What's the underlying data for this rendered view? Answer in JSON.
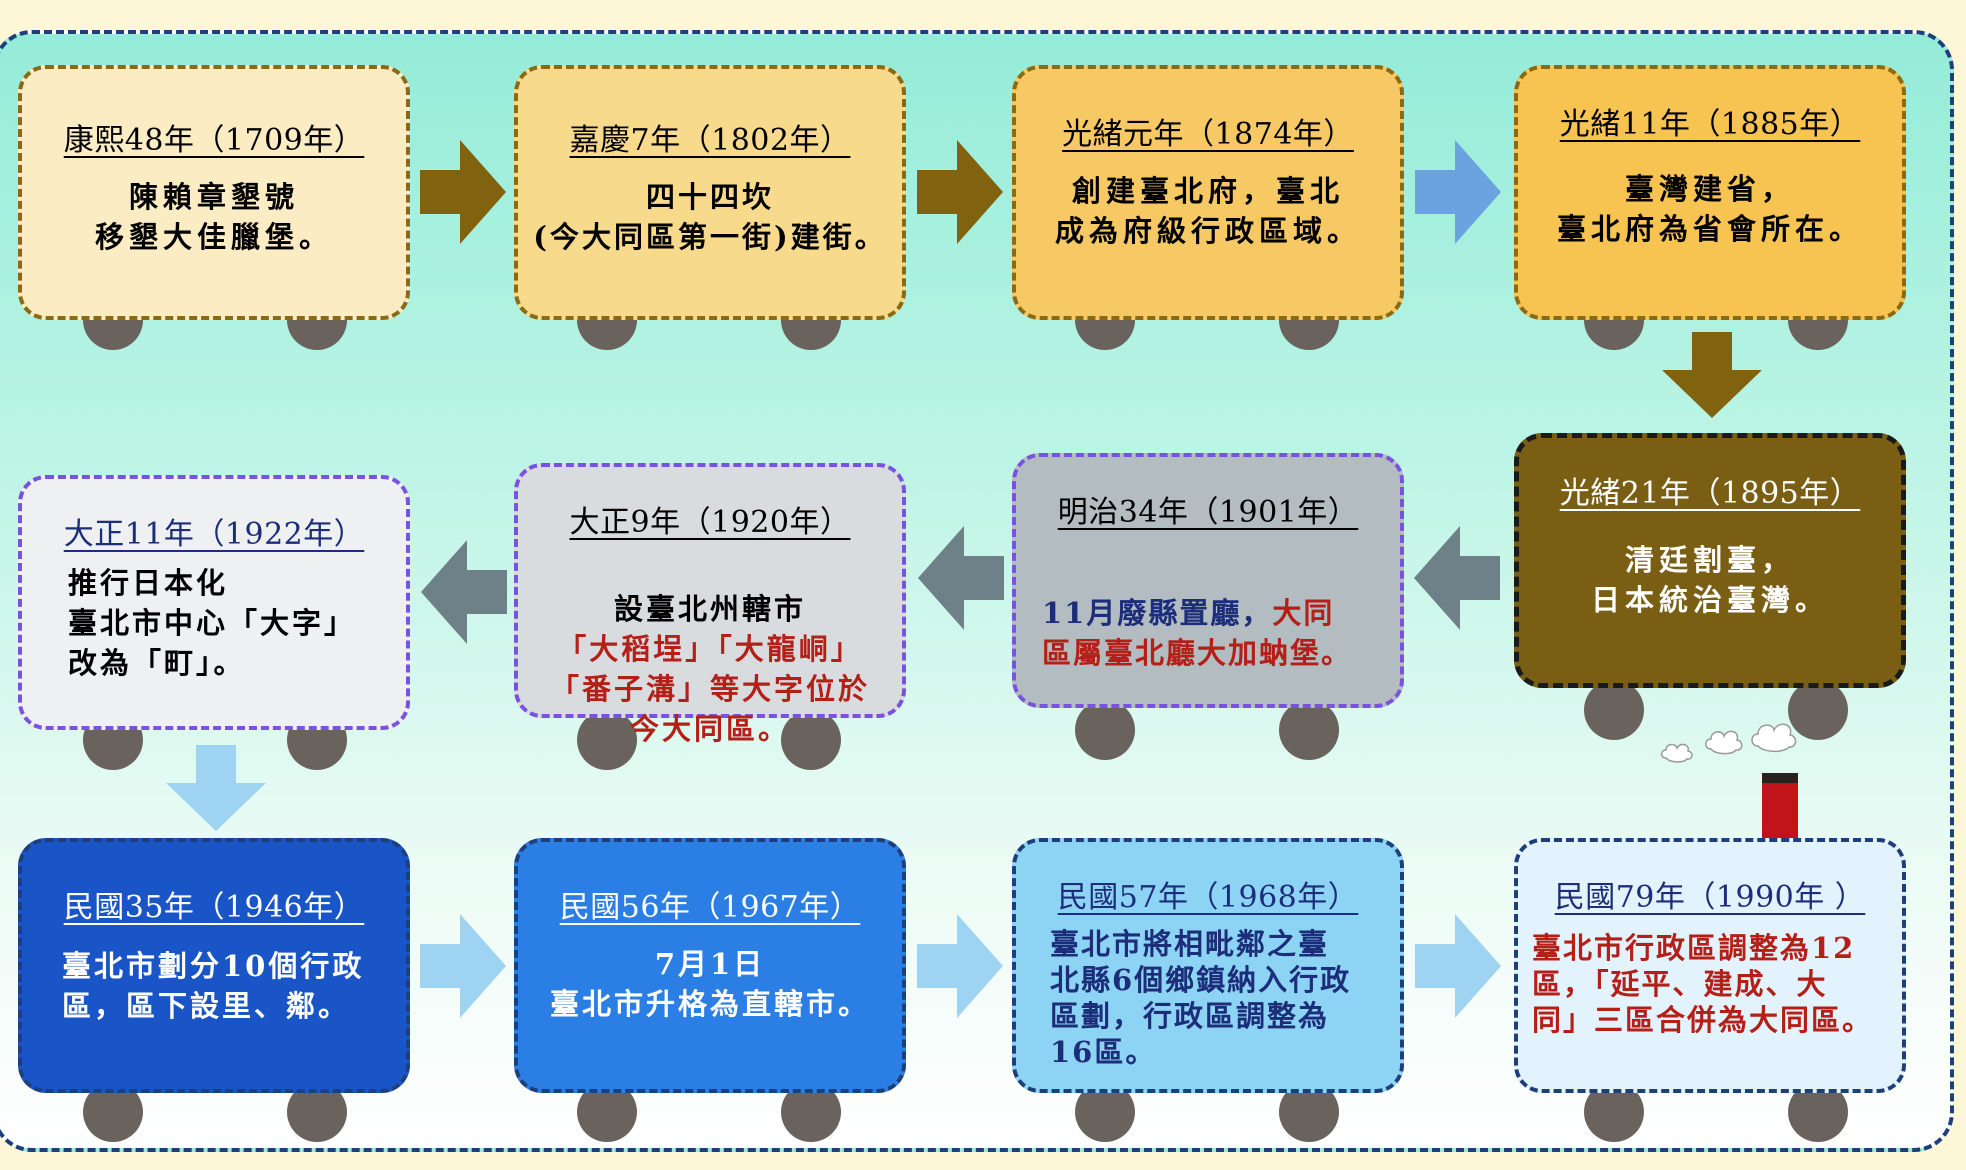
{
  "stages": [
    {
      "title": "康熙48年（1709年）",
      "body": "陳賴章墾號\n移墾大佳臘堡。"
    },
    {
      "title": "嘉慶7年（1802年）",
      "body": "四十四坎\n(今大同區第一街)建街。"
    },
    {
      "title": "光緒元年（1874年）",
      "body": "創建臺北府，臺北\n成為府級行政區域。"
    },
    {
      "title": "光緒11年（1885年）",
      "body": "臺灣建省，\n臺北府為省會所在。"
    },
    {
      "title": "光緒21年（1895年）",
      "body": "清廷割臺，\n日本統治臺灣。"
    },
    {
      "title": "明治34年（1901年）",
      "body_a": "11月廢縣置廳，",
      "body_b": "大同\n區屬臺北廳大加蚋堡。"
    },
    {
      "title": "大正9年（1920年）",
      "body_a": "設臺北州轄市",
      "body_b": "「大稻埕」「大龍峒」\n「番子溝」等大字位於\n今大同區。"
    },
    {
      "title": "大正11年（1922年）",
      "body": "推行日本化\n臺北市中心「大字」\n改為「町」。"
    },
    {
      "title": "民國35年（1946年）",
      "body": "臺北市劃分10個行政\n區，區下設里、鄰。"
    },
    {
      "title": "民國56年（1967年）",
      "body": "7月1日\n臺北市升格為直轄市。"
    },
    {
      "title": "民國57年（1968年）",
      "body": "臺北市將相毗鄰之臺\n北縣6個鄉鎮納入行政\n區劃，行政區調整為\n16區。"
    },
    {
      "title": "民國79年（1990年 ）",
      "body": "臺北市行政區調整為12\n區，「延平、建成、大\n同」三區合併為大同區。"
    }
  ],
  "colors": {
    "border_gold": "#8a6a12",
    "border_purple": "#7a52e0",
    "border_navy": "#1d3f7a",
    "arrow_brown": "#80620f",
    "arrow_lightblue": "#6aa3df",
    "arrow_gray": "#6f8188",
    "arrow_pale": "#9fd3f2",
    "accent_red": "#b42018"
  }
}
